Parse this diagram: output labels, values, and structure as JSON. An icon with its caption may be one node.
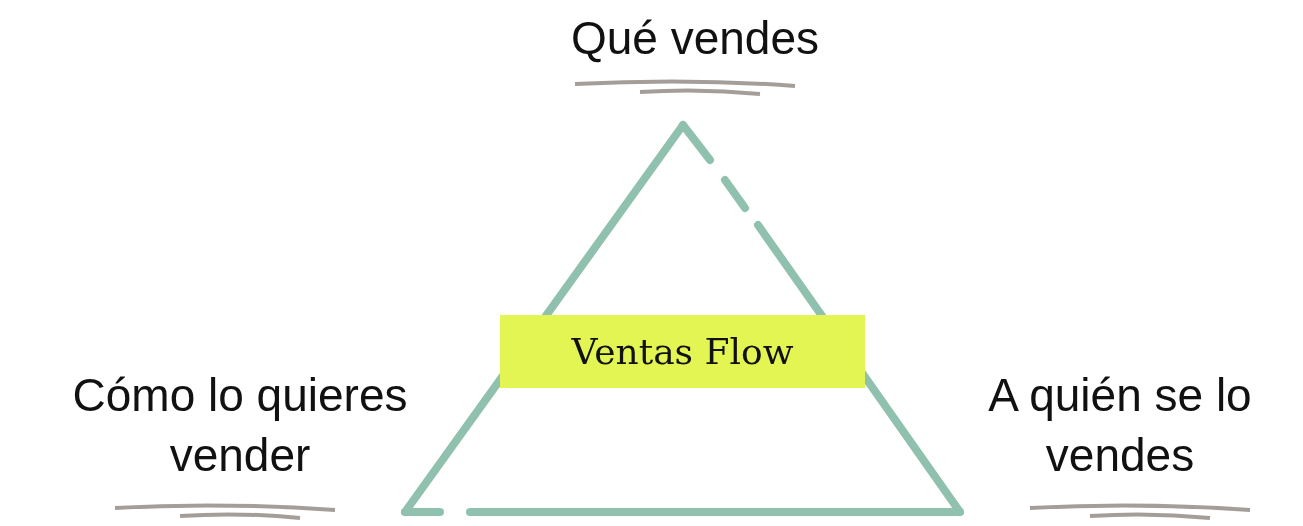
{
  "diagram": {
    "nodes": [
      {
        "text": [
          "Ventas Flow"
        ]
      }
    ],
    "labels": [
      "Qué vendes",
      "Cómo lo quieres vender",
      "A quién se lo vendes"
    ]
  }
}
